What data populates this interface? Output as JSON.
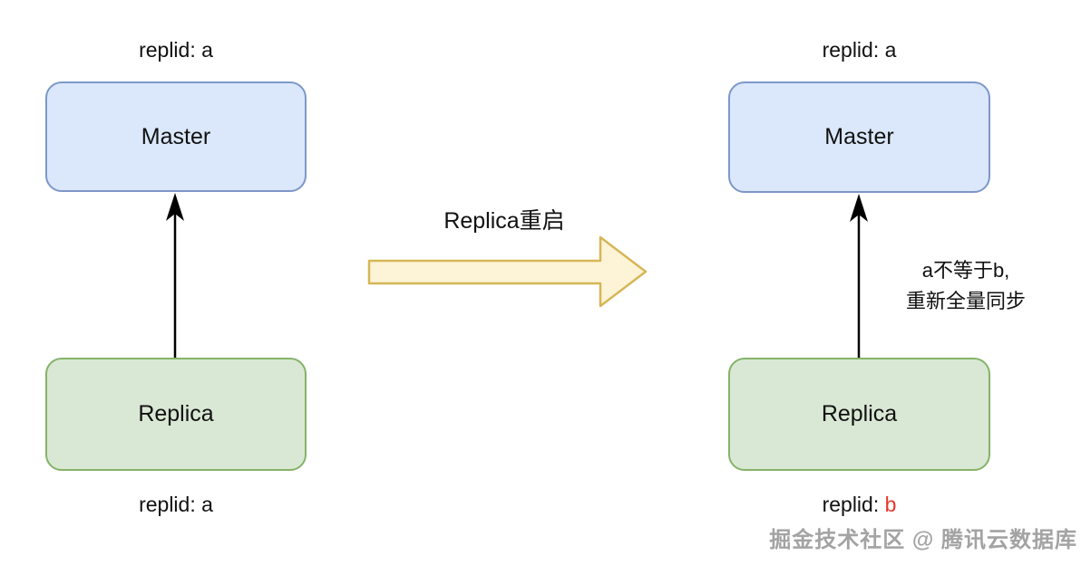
{
  "colors": {
    "master_fill": "#dbe8fb",
    "master_border": "#7d97c9",
    "replica_fill": "#d9e8d4",
    "replica_border": "#85b368",
    "arrow_fill": "#fdf4d7",
    "arrow_border": "#d6b656",
    "highlight_red": "#e8352a",
    "watermark_gray": "#a3a3a3"
  },
  "left_panel": {
    "top_label": "replid: a",
    "master_label": "Master",
    "replica_label": "Replica",
    "bottom_label": "replid: a"
  },
  "transition": {
    "label": "Replica重启"
  },
  "right_panel": {
    "top_label": "replid: a",
    "master_label": "Master",
    "replica_label": "Replica",
    "arrow_note_line1": "a不等于b,",
    "arrow_note_line2": "重新全量同步",
    "bottom_label_prefix": "replid: ",
    "bottom_label_value": "b"
  },
  "watermark": "掘金技术社区 @ 腾讯云数据库"
}
